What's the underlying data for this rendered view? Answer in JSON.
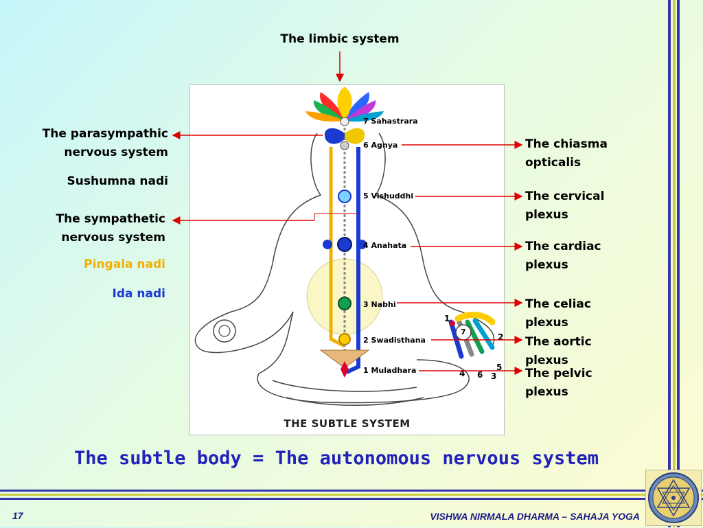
{
  "top_label": "The limbic system",
  "left_labels": {
    "parasympathetic": [
      "The parasympathic",
      "nervous system"
    ],
    "sushumna": "Sushumna nadi",
    "sympathetic": [
      "The sympathetic",
      "nervous system"
    ],
    "pingala": "Pingala nadi",
    "ida": "Ida nadi"
  },
  "right_labels": {
    "chiasma": [
      "The chiasma",
      "opticalis"
    ],
    "cervical": [
      "The cervical",
      "plexus"
    ],
    "cardiac": [
      "The cardiac",
      "plexus"
    ],
    "celiac": [
      "The celiac",
      "plexus"
    ],
    "aortic": [
      "The aortic",
      "plexus"
    ],
    "pelvic": [
      "The pelvic",
      "plexus"
    ]
  },
  "chakras": {
    "sahastrara": "7 Sahastrara",
    "agnya": "6 Agnya",
    "vishuddhi": "5 Vishuddhi",
    "anahata": "4 Anahata",
    "nabhi": "3 Nabhi",
    "swadisthana": "2 Swadisthana",
    "muladhara": "1 Muladhara"
  },
  "hand_numbers": {
    "center": "7",
    "n1": "1",
    "n2": "2",
    "n3": "3",
    "n4": "4",
    "n5": "5",
    "n6": "6"
  },
  "diagram_caption": "THE SUBTLE SYSTEM",
  "main_title": "The subtle body = The autonomous nervous system",
  "footer": {
    "slide_number": "17",
    "org": "VISHWA NIRMALA DHARMA – SAHAJA YOGA"
  },
  "colors": {
    "pingala": "#f0b000",
    "ida": "#1a3ad0",
    "title": "#2222bb",
    "arrow": "#e00000"
  }
}
